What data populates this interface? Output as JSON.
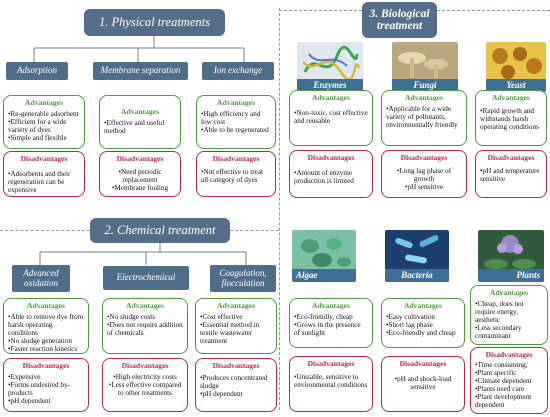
{
  "physical": {
    "title": "1. Physical treatments",
    "methods": [
      {
        "name": "Adsorption",
        "advantages_title": "Advantages",
        "advantages": [
          "•Re-generable adsorbent",
          "•Efficient for a wide variety of dyes",
          "•Simple and flexible"
        ],
        "disadvantages_title": "Disadvantages",
        "disadvantages": [
          "•Adsorbents and their regeneration can be expensive"
        ]
      },
      {
        "name": "Membrane separation",
        "advantages_title": "Advantages",
        "advantages": [
          "•Effective and useful method"
        ],
        "disadvantages_title": "Disadvantages",
        "disadvantages": [
          "•Need periodic replacement",
          "•Membrane fouling"
        ]
      },
      {
        "name": "Ion exchange",
        "advantages_title": "Advantages",
        "advantages": [
          "•High efficiency and low cost",
          "•Able to be regenerated"
        ],
        "disadvantages_title": "Disadvantages",
        "disadvantages": [
          "•Not effective to treat all category of dyes"
        ]
      }
    ]
  },
  "chemical": {
    "title": "2. Chemical treatment",
    "methods": [
      {
        "name": "Advanced oxidation",
        "advantages_title": "Advantages",
        "advantages": [
          "•Able to remove dye from harsh operating conditions",
          "•No sludge generation",
          "•Faster reaction kinetics"
        ],
        "disadvantages_title": "Disadvantages",
        "disadvantages": [
          "•Expensive",
          "•Forms undesired by-products",
          "•pH dependent"
        ]
      },
      {
        "name": "Electrochemical",
        "advantages_title": "Advantages",
        "advantages": [
          "•No sludge costs",
          "•Does not require addition of chemicals"
        ],
        "disadvantages_title": "Disadvantages",
        "disadvantages": [
          "•High electricity costs",
          "•Less effective compared to other treatments"
        ]
      },
      {
        "name": "Coagulation, flocculation",
        "advantages_title": "Advantages",
        "advantages": [
          "•Cost effective",
          "•Essential method in textile wastewater treatment"
        ],
        "disadvantages_title": "Disadvantages",
        "disadvantages": [
          "•Produces concentrated sludge",
          "•pH dependent"
        ]
      }
    ]
  },
  "biological": {
    "title": "3. Biological treatment",
    "methods": [
      {
        "name": "Enzymes",
        "advantages_title": "Advantages",
        "advantages": [
          "•Non-toxic, cost effective and reusable"
        ],
        "disadvantages_title": "Disadvantages",
        "disadvantages": [
          "•Amount of enzyme production is limited"
        ]
      },
      {
        "name": "Fungi",
        "advantages_title": "Advantages",
        "advantages": [
          "•Applicable for a wide variety of pollutants, environmentally friendly"
        ],
        "disadvantages_title": "Disadvantages",
        "disadvantages": [
          "•Long lag phase of growth",
          "•pH sensitive"
        ]
      },
      {
        "name": "Yeast",
        "advantages_title": "Advantages",
        "advantages": [
          "•Rapid growth and withstands harsh operating conditions"
        ],
        "disadvantages_title": "Disadvantages",
        "disadvantages": [
          "•pH and temperature sensitive"
        ]
      },
      {
        "name": "Algae",
        "advantages_title": "Advantages",
        "advantages": [
          "•Eco-friendly, cheap",
          "•Grows in the presence of sunlight"
        ],
        "disadvantages_title": "Disadvantages",
        "disadvantages": [
          "•Unstable, sensitive to environmental conditions"
        ]
      },
      {
        "name": "Bacteria",
        "advantages_title": "Advantages",
        "advantages": [
          "•Easy cultivation",
          "•Short lag phase",
          "•Eco-friendly and cheap"
        ],
        "disadvantages_title": "Disadvantages",
        "disadvantages": [
          "•pH and shock-load sensitive"
        ]
      },
      {
        "name": "Plants",
        "advantages_title": "Advantages",
        "advantages": [
          "•Cheap, does not require energy, aesthetic",
          "•Less secondary contaminant"
        ],
        "disadvantages_title": "Disadvantages",
        "disadvantages": [
          "•Time consuming,",
          "•Plant specific",
          "•Climate dependent",
          "•Plants need care",
          "•Plant development dependent"
        ]
      }
    ]
  },
  "colors": {
    "header": "#546e8a",
    "advantage": "#4e9a3e",
    "disadvantage": "#b3294a",
    "photo_label": "#3f6f95"
  }
}
